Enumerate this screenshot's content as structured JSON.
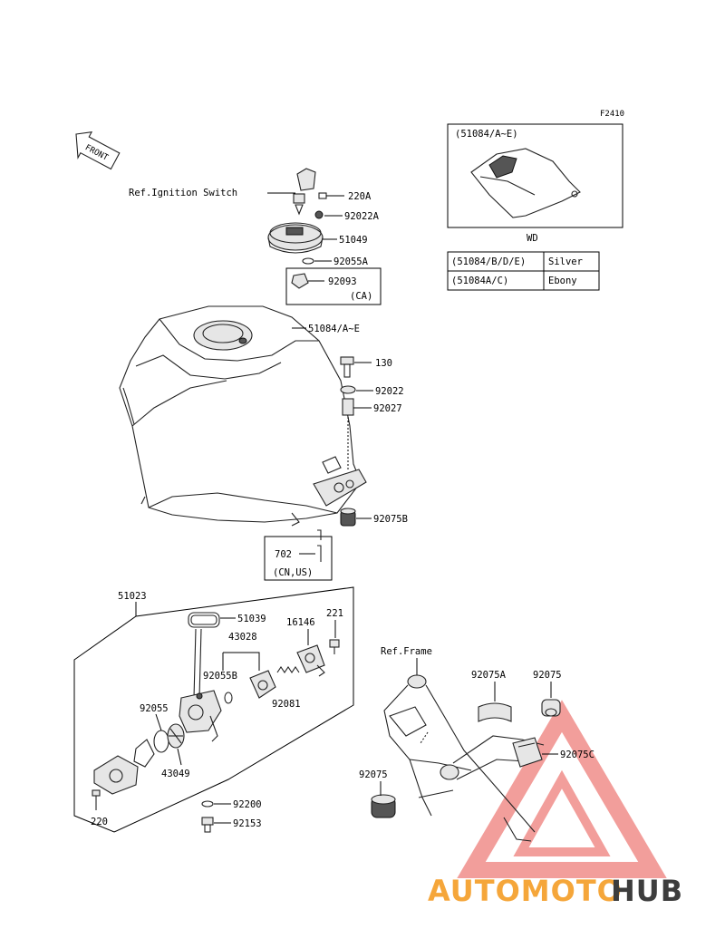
{
  "figure_code": "F2410",
  "front_label": "FRONT",
  "labels": {
    "ref_ignition": "Ref.Ignition Switch",
    "p220a": "220A",
    "p92022a": "92022A",
    "p51049": "51049",
    "p92055a": "92055A",
    "p92093": "92093",
    "ca": "(CA)",
    "p51084": "51084/A~E",
    "p130": "130",
    "p92022": "92022",
    "p92027": "92027",
    "p92075b": "92075B",
    "p702": "702",
    "cnus": "(CN,US)",
    "p51023": "51023",
    "p51039": "51039",
    "p221": "221",
    "p16146": "16146",
    "p43028": "43028",
    "p92055b": "92055B",
    "p92081": "92081",
    "p92055": "92055",
    "p43049": "43049",
    "p220": "220",
    "p92200": "92200",
    "p92153": "92153",
    "ref_frame": "Ref.Frame",
    "p92075a": "92075A",
    "p92075_top": "92075",
    "p92075c": "92075C",
    "p92075_left": "92075"
  },
  "inset": {
    "title": "(51084/A~E)",
    "caption": "WD"
  },
  "color_table": [
    {
      "code": "(51084/B/D/E)",
      "color": "Silver"
    },
    {
      "code": "(51084A/C)",
      "color": "Ebony"
    }
  ],
  "watermark": {
    "part1": "AUTOMOTO",
    "part2": "HUB",
    "color1": "#f5a63a",
    "color2": "#3d3d3d",
    "triangle_color": "#e8504a"
  }
}
